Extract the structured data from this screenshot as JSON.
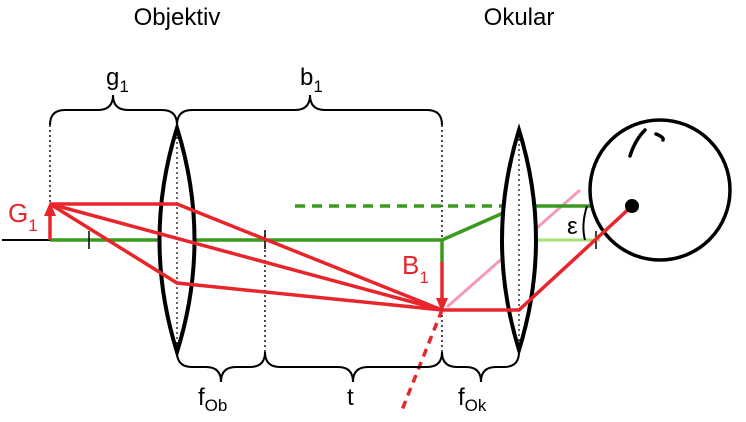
{
  "headings": {
    "objective": "Objektiv",
    "eyepiece": "Okular"
  },
  "labels": {
    "g1_main": "g",
    "g1_sub": "1",
    "b1_main": "b",
    "b1_sub": "1",
    "G1_main": "G",
    "G1_sub": "1",
    "B1_main": "B",
    "B1_sub": "1",
    "fOb_main": "f",
    "fOb_sub": "Ob",
    "t": "t",
    "fOk_main": "f",
    "fOk_sub": "Ok",
    "epsilon": "ε"
  },
  "colors": {
    "red": "#e8252b",
    "green": "#3a9a1e",
    "light_green": "#a7e07a",
    "pink": "#f29ab8",
    "black": "#000000"
  }
}
